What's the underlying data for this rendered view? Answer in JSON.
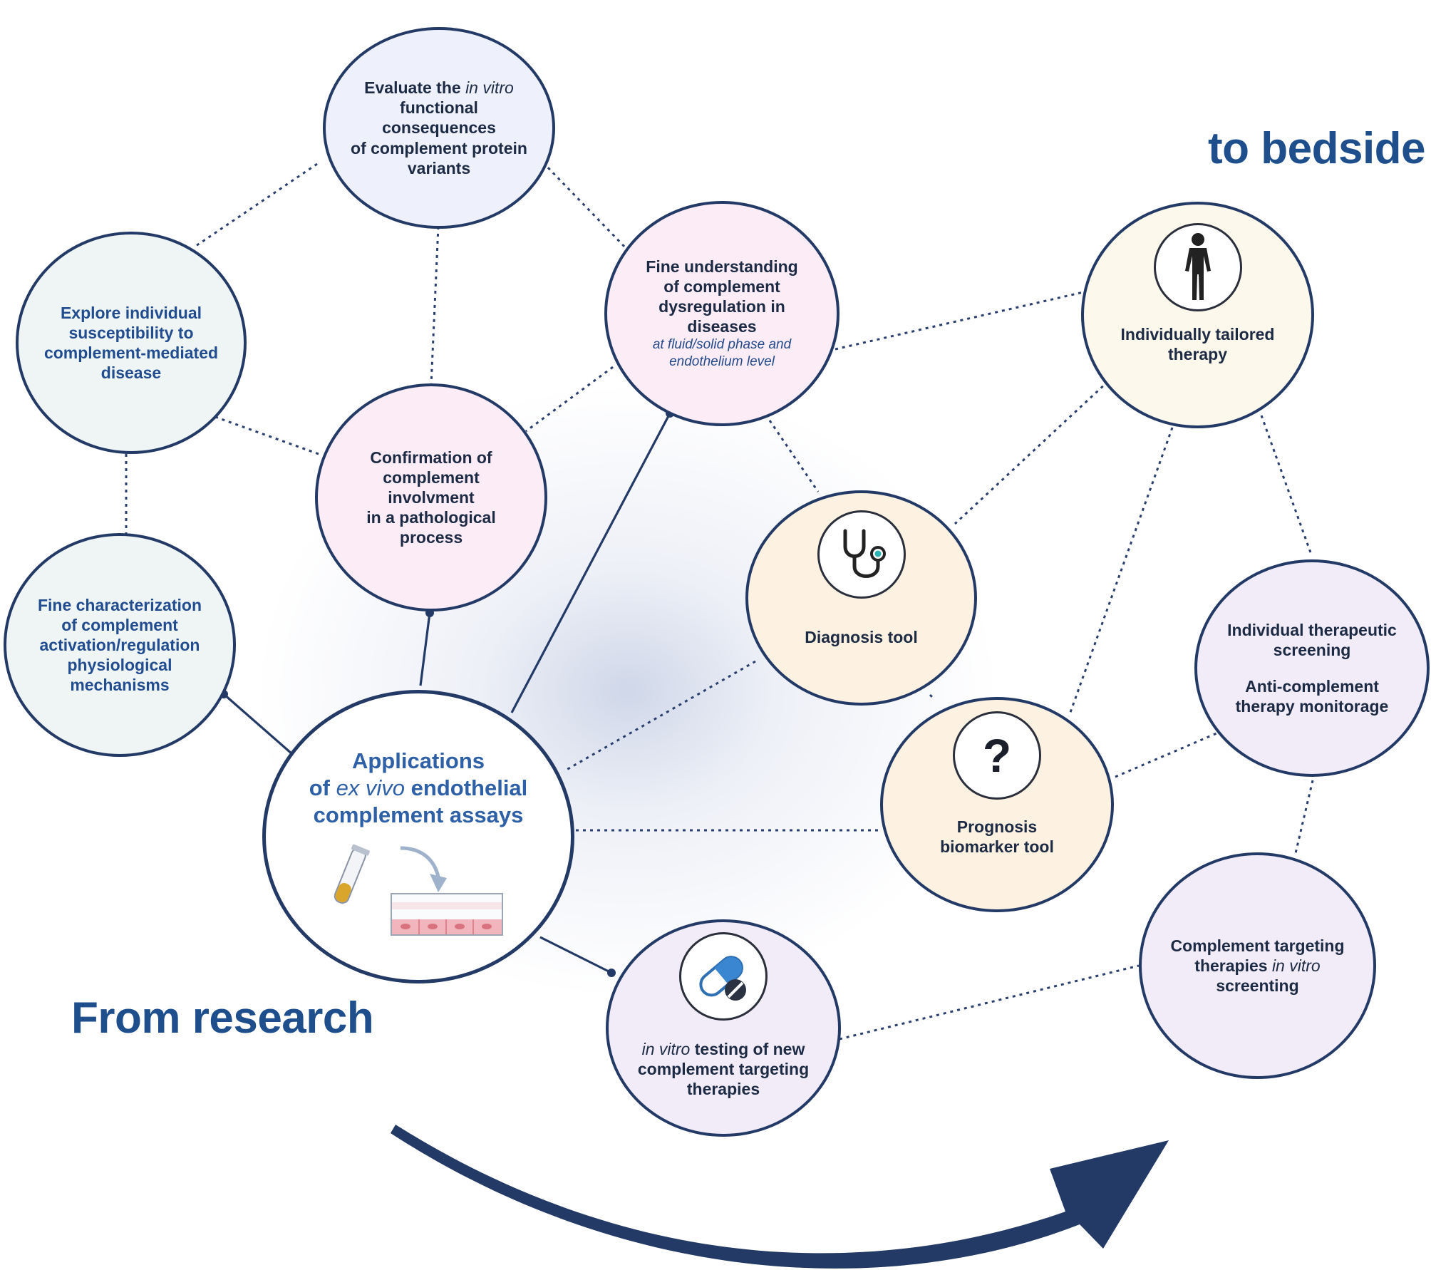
{
  "colors": {
    "outline": "#233a66",
    "text_dark": "#1d2a44",
    "text_blue": "#214c8f",
    "fill_blue": "#eef1fb",
    "fill_green": "#eef5f4",
    "fill_pink": "#fbecf6",
    "fill_orange": "#fdf1e1",
    "fill_lavender": "#f1ecf8",
    "fill_cream": "#fcf8ec",
    "arrow": "#233a66",
    "heading": "#1e4f8c"
  },
  "labels": {
    "from_research": "From research",
    "to_bedside": "to bedside"
  },
  "nodes": {
    "evaluate": {
      "pre": "Evaluate the ",
      "italic": "in vitro",
      "line2": "functional consequences",
      "line3": "of complement protein",
      "line4": "variants"
    },
    "explore": {
      "line1": "Explore individual",
      "line2": "susceptibility to",
      "line3": "complement-mediated",
      "line4": "disease"
    },
    "fine_understanding": {
      "line1": "Fine understanding",
      "line2": "of  complement",
      "line3": "dysregulation in",
      "line4": "diseases",
      "sub1": "at fluid/solid phase and",
      "sub2": "endothelium level"
    },
    "confirmation": {
      "line1": "Confirmation of",
      "line2": "complement involvment",
      "line3": "in a pathological process"
    },
    "fine_char": {
      "line1": "Fine characterization",
      "line2": "of complement",
      "line3": "activation/regulation",
      "line4": "physiological",
      "line5": "mechanisms"
    },
    "applications": {
      "line1": "Applications",
      "pre2": "of ",
      "italic2": "ex vivo",
      "post2": " endothelial",
      "line3": "complement assays"
    },
    "tailored": {
      "icon": "human-figure-icon",
      "line1": "Individually tailored",
      "line2": "therapy"
    },
    "diagnosis": {
      "icon": "stethoscope-icon",
      "line1": "Diagnosis tool"
    },
    "prognosis": {
      "icon": "question-mark-icon",
      "glyph": "?",
      "line1": "Prognosis",
      "line2": "biomarker tool"
    },
    "screening": {
      "line1": "Individual therapeutic",
      "line2": "screening",
      "line3": "Anti-complement",
      "line4": "therapy monitorage"
    },
    "invitro_testing": {
      "icon": "pill-capsule-icon",
      "italic1": "in vitro",
      "post1": " testing of new",
      "line2": "complement targeting",
      "line3": "therapies"
    },
    "targeting_screening": {
      "line1": "Complement targeting",
      "pre2": "therapies ",
      "italic2": "in vitro",
      "line3": "screenting"
    }
  }
}
